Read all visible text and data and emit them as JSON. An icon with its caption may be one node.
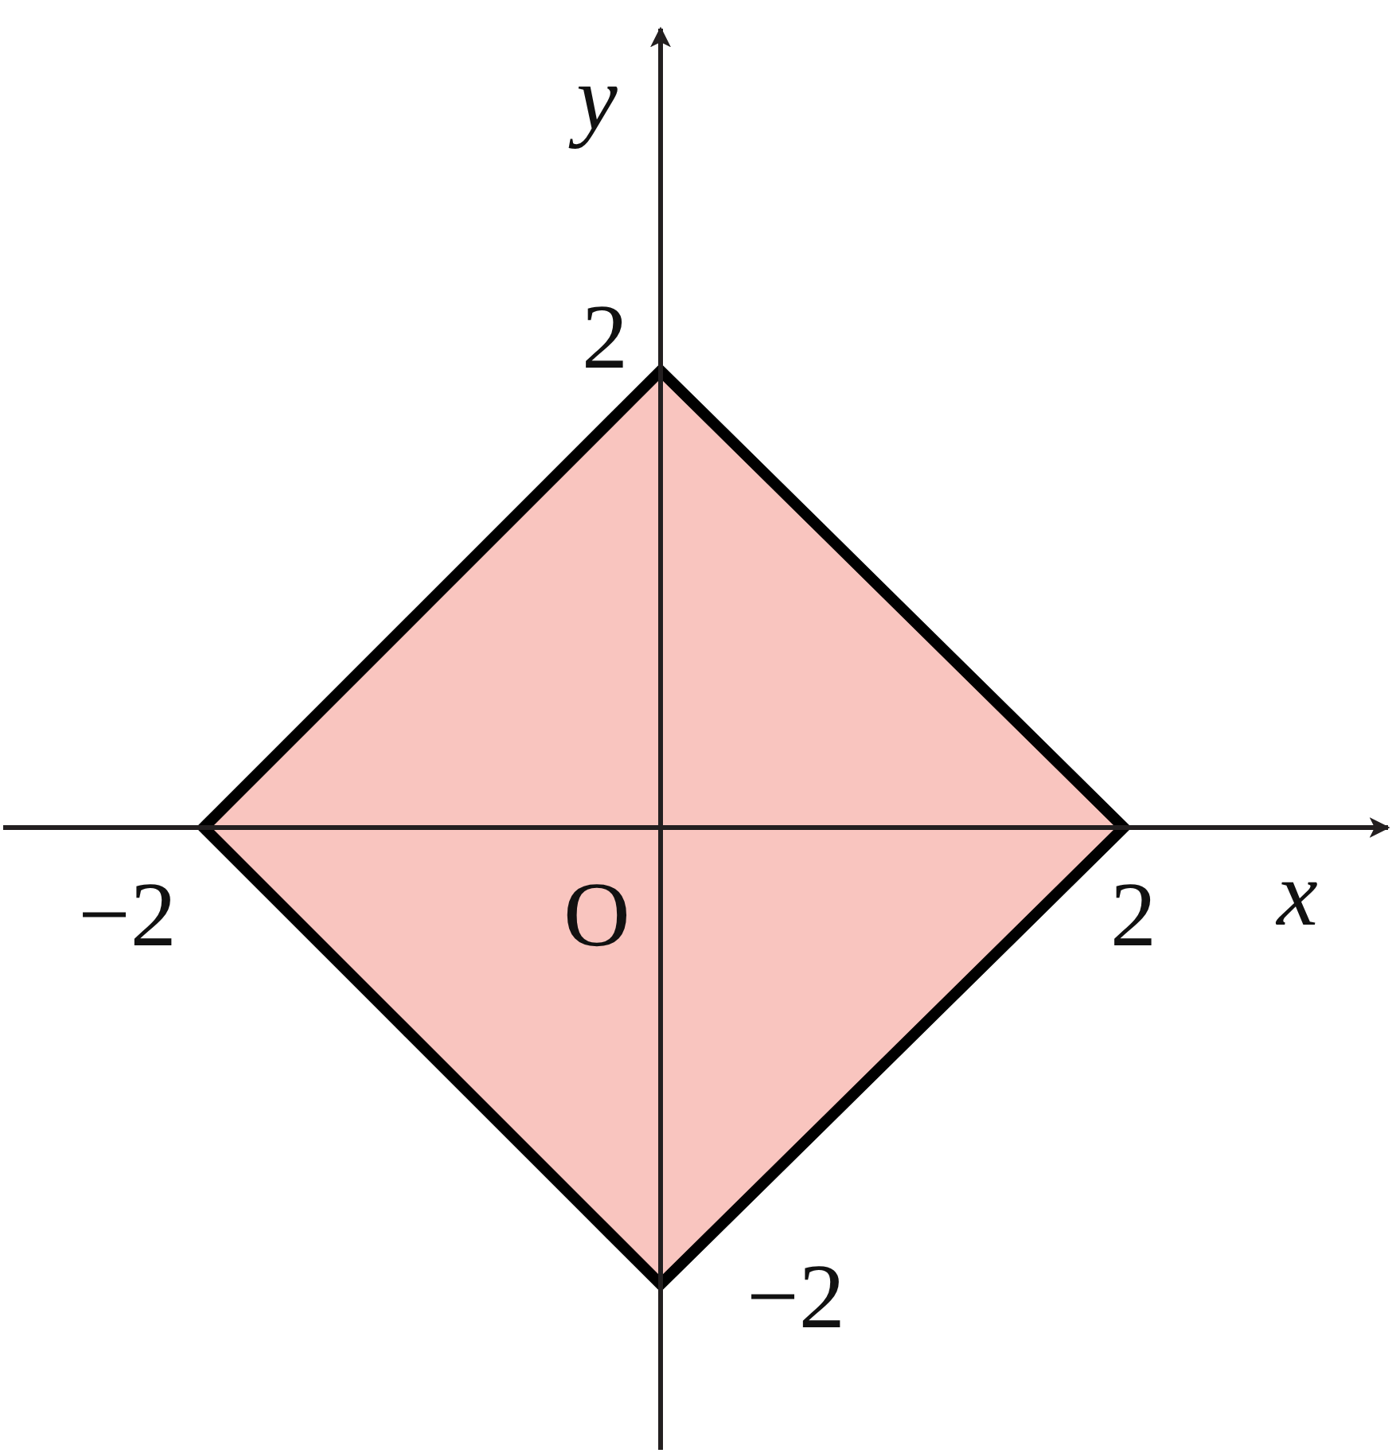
{
  "diagram": {
    "labels": [
      "y",
      "2",
      "−2",
      "O",
      "2",
      "x",
      "−2"
    ]
  }
}
